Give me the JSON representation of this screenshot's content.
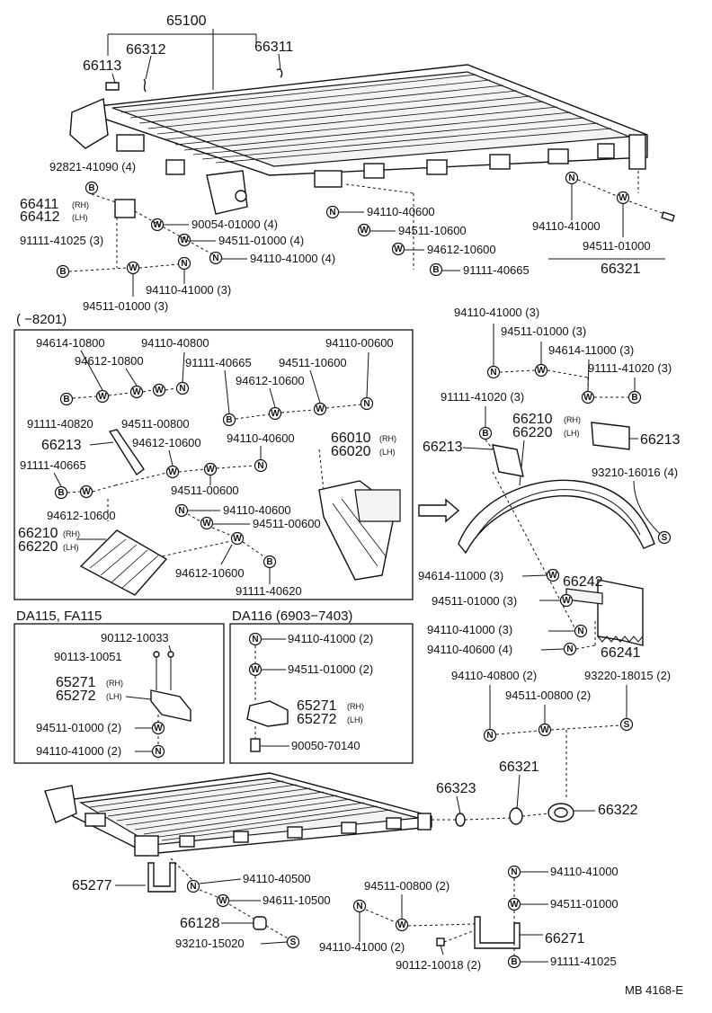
{
  "header_label": "(      −8201)",
  "section_da115": "DA115, FA115",
  "section_da116": "DA116 (6903−7403)",
  "footer_code": "MB  4168-E",
  "rh": "(RH)",
  "lh": "(LH)",
  "parts": {
    "p65100": "65100",
    "p66312": "66312",
    "p66311": "66311",
    "p66113": "66113",
    "p92821": "92821-41090 (4)",
    "p66411": "66411",
    "p66412": "66412",
    "p90054": "90054-01000 (4)",
    "p91111_41025_3": "91111-41025 (3)",
    "p94511_01000_4": "94511-01000 (4)",
    "p94110_41000_4": "94110-41000 (4)",
    "p94110_41000_3a": "94110-41000 (3)",
    "p94511_01000_3a": "94511-01000 (3)",
    "p94110_40600": "94110-40600",
    "p94511_10600": "94511-10600",
    "p94612_10600": "94612-10600",
    "p91111_40665": "91111-40665",
    "p94110_41000": "94110-41000",
    "p94511_01000": "94511-01000",
    "p66321": "66321",
    "b_94614_10800": "94614-10800",
    "b_94110_40800": "94110-40800",
    "b_94110_00600": "94110-00600",
    "b_94612_10800": "94612-10800",
    "b_91111_40665": "91111-40665",
    "b_94511_10600": "94511-10600",
    "b_94612_10600a": "94612-10600",
    "b_91111_40820": "91111-40820",
    "b_94511_00800": "94511-00800",
    "b_66213": "66213",
    "b_94612_10600b": "94612-10600",
    "b_94110_40600a": "94110-40600",
    "b_66010": "66010",
    "b_66020": "66020",
    "b_91111_40665b": "91111-40665",
    "b_94511_00600a": "94511-00600",
    "b_94612_10600c": "94612-10600",
    "b_94110_40600b": "94110-40600",
    "b_94511_00600b": "94511-00600",
    "b_66210": "66210",
    "b_66220": "66220",
    "b_94612_10600d": "94612-10600",
    "b_91111_40620": "91111-40620",
    "r_94110_41000_3": "94110-41000 (3)",
    "r_94511_01000_3": "94511-01000 (3)",
    "r_94614_11000_3": "94614-11000 (3)",
    "r_91111_41020_3a": "91111-41020 (3)",
    "r_91111_41020_3b": "91111-41020 (3)",
    "r_66210": "66210",
    "r_66220": "66220",
    "r_66213a": "66213",
    "r_66213b": "66213",
    "r_93210_16016": "93210-16016 (4)",
    "r_94614_11000_3b": "94614-11000 (3)",
    "r_66242": "66242",
    "r_94511_01000_3b": "94511-01000 (3)",
    "r_94110_41000_3b": "94110-41000 (3)",
    "r_94110_40600_4": "94110-40600 (4)",
    "r_66241": "66241",
    "d5_90112_10033": "90112-10033",
    "d5_90113_10051": "90113-10051",
    "d5_65271": "65271",
    "d5_65272": "65272",
    "d5_94511_01000_2": "94511-01000 (2)",
    "d5_94110_41000_2": "94110-41000 (2)",
    "d6_94110_41000_2": "94110-41000 (2)",
    "d6_94511_01000_2": "94511-01000 (2)",
    "d6_65271": "65271",
    "d6_65272": "65272",
    "d6_90050": "90050-70140",
    "m_94110_40800_2": "94110-40800 (2)",
    "m_93220_18015_2": "93220-18015 (2)",
    "m_94511_00800_2": "94511-00800 (2)",
    "m_66323": "66323",
    "m_66321": "66321",
    "m_66322": "66322",
    "l_65277": "65277",
    "l_94110_40500": "94110-40500",
    "l_94611_10500": "94611-10500",
    "l_66128": "66128",
    "l_93210_15020": "93210-15020",
    "l_94511_00800_2": "94511-00800 (2)",
    "l_94110_41000_2": "94110-41000 (2)",
    "l_90112_10018_2": "90112-10018 (2)",
    "l_94110_41000": "94110-41000",
    "l_94511_01000": "94511-01000",
    "l_66271": "66271",
    "l_91111_41025": "91111-41025"
  }
}
